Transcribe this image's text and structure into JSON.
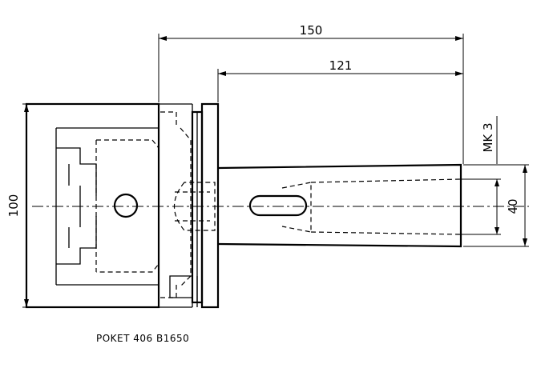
{
  "dimensions": {
    "overall_length": "150",
    "shank_length": "121",
    "diameter": "100",
    "taper_diameter": "40",
    "taper": "MK 3"
  },
  "caption": "POKET 406 B1650",
  "colors": {
    "line": "#000000",
    "background": "#ffffff"
  }
}
